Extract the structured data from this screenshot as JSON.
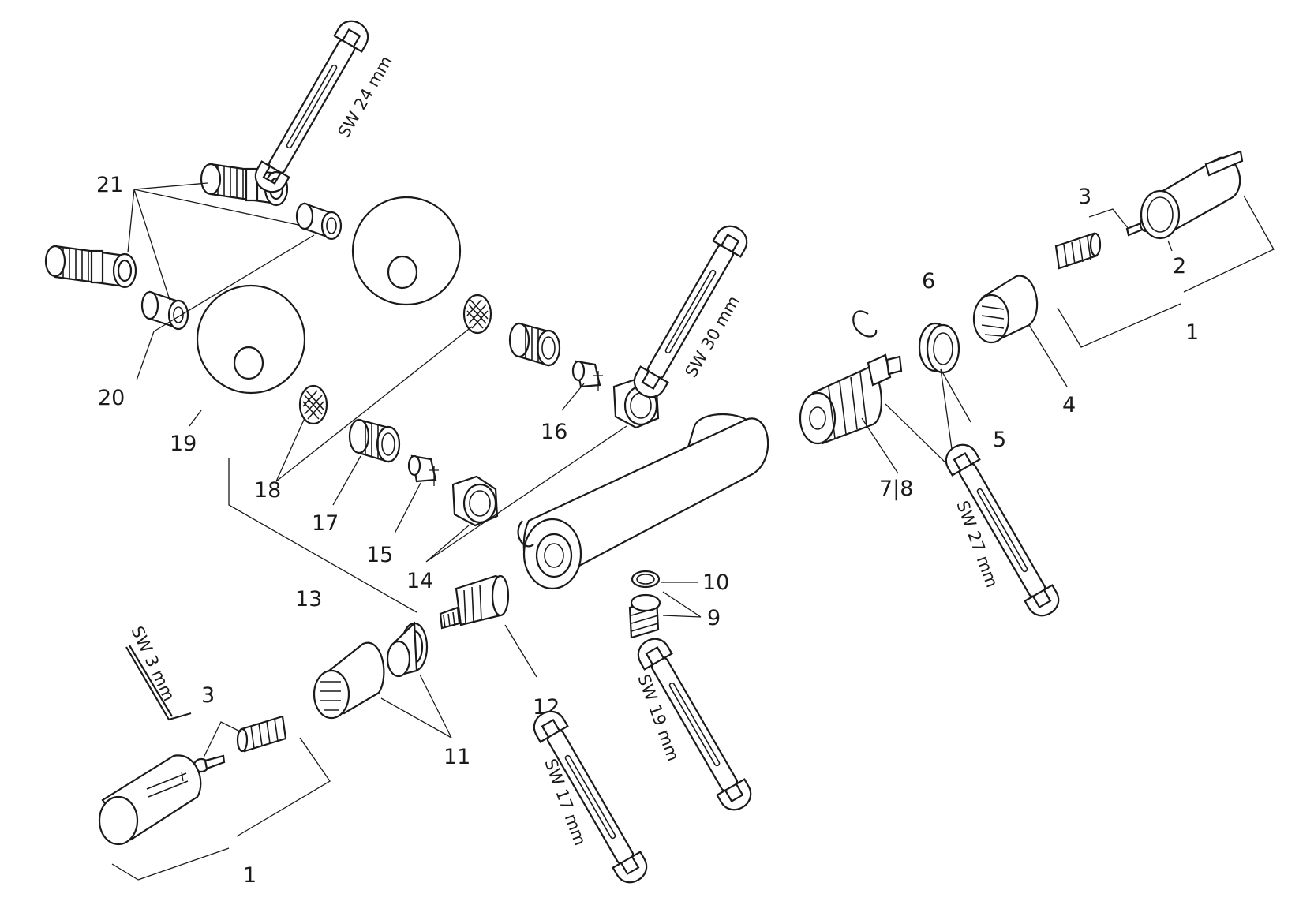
{
  "parts": [
    {
      "id": "left-1",
      "label": "1"
    },
    {
      "id": "right-1",
      "label": "1"
    },
    {
      "id": "right-2",
      "label": "2"
    },
    {
      "id": "right-3",
      "label": "3"
    },
    {
      "id": "left-3",
      "label": "3"
    },
    {
      "id": "p4",
      "label": "4"
    },
    {
      "id": "p5",
      "label": "5"
    },
    {
      "id": "p6",
      "label": "6"
    },
    {
      "id": "p7-8",
      "label": "7|8"
    },
    {
      "id": "p9",
      "label": "9"
    },
    {
      "id": "p10",
      "label": "10"
    },
    {
      "id": "p11",
      "label": "11"
    },
    {
      "id": "p12",
      "label": "12"
    },
    {
      "id": "p13",
      "label": "13"
    },
    {
      "id": "p14",
      "label": "14"
    },
    {
      "id": "p15",
      "label": "15"
    },
    {
      "id": "p16",
      "label": "16"
    },
    {
      "id": "p17",
      "label": "17"
    },
    {
      "id": "p18",
      "label": "18"
    },
    {
      "id": "p19",
      "label": "19"
    },
    {
      "id": "p20",
      "label": "20"
    },
    {
      "id": "p21",
      "label": "21"
    }
  ],
  "tools": [
    {
      "id": "wrench-24",
      "label": "SW 24 mm"
    },
    {
      "id": "wrench-30",
      "label": "SW 30 mm"
    },
    {
      "id": "wrench-27",
      "label": "SW 27 mm"
    },
    {
      "id": "wrench-19",
      "label": "SW 19 mm"
    },
    {
      "id": "wrench-17",
      "label": "SW 17 mm"
    },
    {
      "id": "hex-key-3",
      "label": "SW 3 mm"
    }
  ]
}
